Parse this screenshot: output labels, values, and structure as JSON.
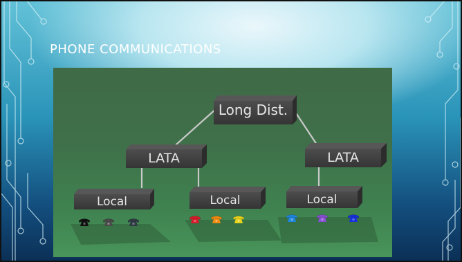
{
  "slide": {
    "title": "PHONE COMMUNICATIONS"
  },
  "diagram": {
    "nodes": [
      {
        "id": "long-distance",
        "label": "Long Dist."
      },
      {
        "id": "lata-left",
        "label": "LATA"
      },
      {
        "id": "lata-right",
        "label": "LATA"
      },
      {
        "id": "local-left",
        "label": "Local"
      },
      {
        "id": "local-middle",
        "label": "Local"
      },
      {
        "id": "local-right",
        "label": "Local"
      }
    ],
    "phone_colors": {
      "local-left": [
        "#111111",
        "#4a4a4a",
        "#2f3a44"
      ],
      "local-middle": [
        "#d81b2a",
        "#f08a10",
        "#e8d21a"
      ],
      "local-right": [
        "#1f86e0",
        "#8a4fd6",
        "#1630e0"
      ]
    }
  }
}
